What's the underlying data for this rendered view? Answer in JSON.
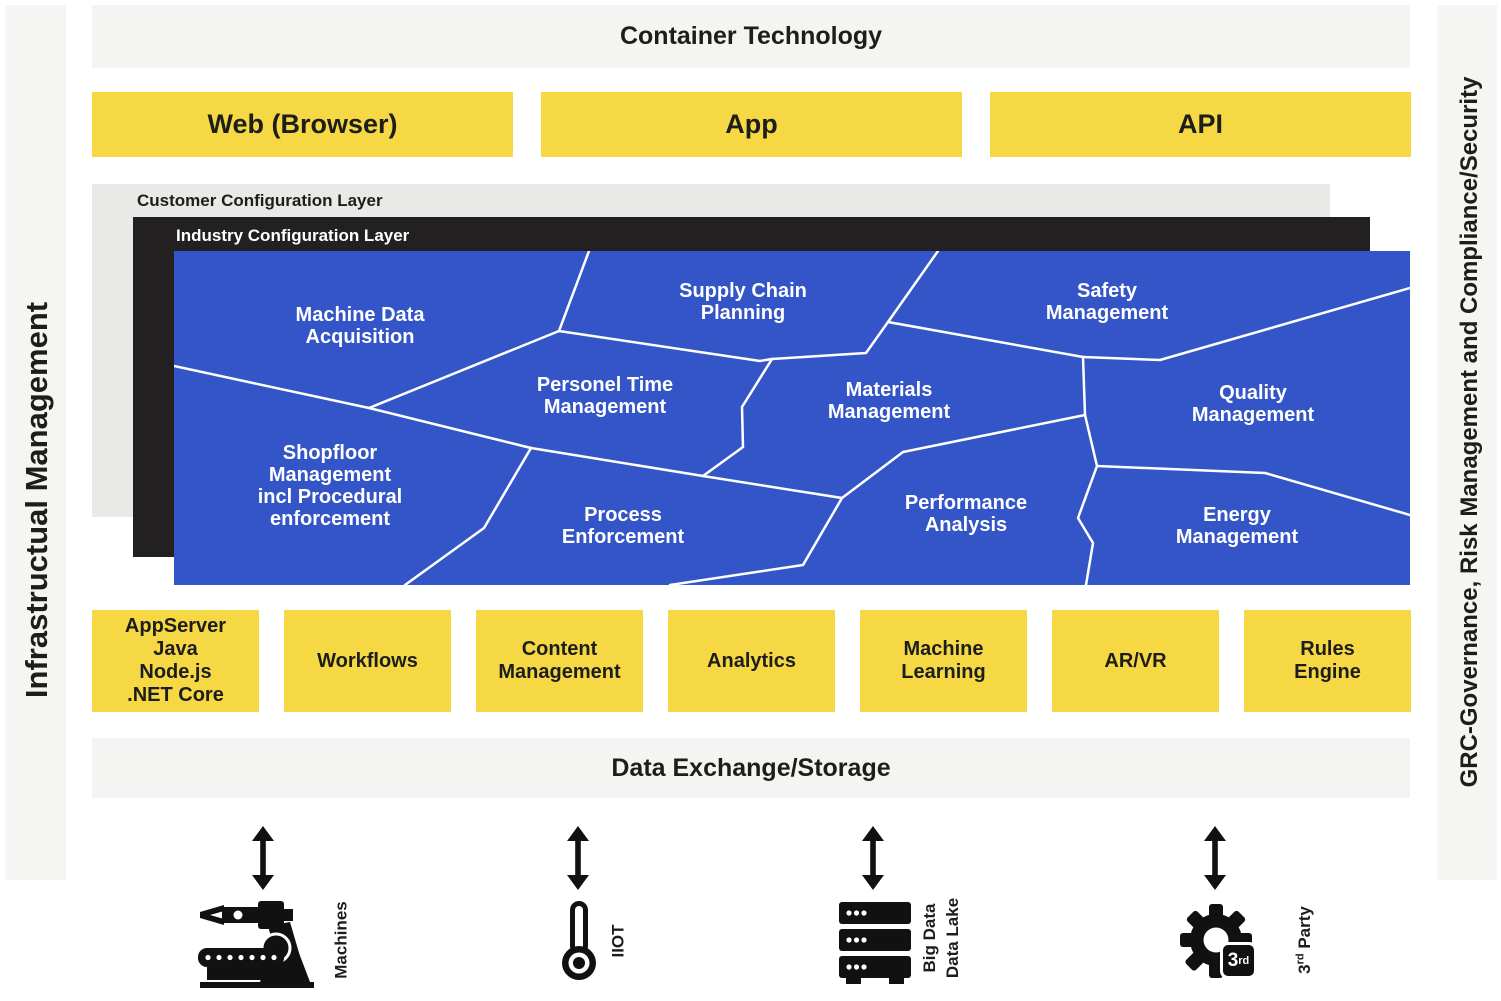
{
  "colors": {
    "accent_yellow": "#F5D844",
    "module_blue": "#3355C8",
    "banner_gray": "#F4F4F3",
    "customer_layer_gray": "#E9E9E7",
    "industry_layer_black": "#232021",
    "sidebar_gray": "#F5F5F4",
    "mesh_line_white": "#FFFFFF",
    "icon_black": "#111111"
  },
  "sidebars": {
    "left": {
      "label": "Infrastructual Management"
    },
    "right": {
      "label": "GRC-Governance, Risk Management and Compliance/Security"
    }
  },
  "top_bar": {
    "label": "Container Technology"
  },
  "access_row": [
    {
      "label": "Web (Browser)"
    },
    {
      "label": "App"
    },
    {
      "label": "API"
    }
  ],
  "layers": {
    "customer": {
      "label": "Customer Configuration Layer"
    },
    "industry": {
      "label": "Industry Configuration Layer"
    }
  },
  "modules": [
    {
      "id": "machine-data-acquisition",
      "label": "Machine Data\nAcquisition"
    },
    {
      "id": "supply-chain-planning",
      "label": "Supply Chain\nPlanning"
    },
    {
      "id": "safety-management",
      "label": "Safety\nManagement"
    },
    {
      "id": "personel-time-management",
      "label": "Personel Time\nManagement"
    },
    {
      "id": "materials-management",
      "label": "Materials\nManagement"
    },
    {
      "id": "quality-management",
      "label": "Quality\nManagement"
    },
    {
      "id": "shopfloor-management",
      "label": "Shopfloor\nManagement\nincl Procedural\nenforcement"
    },
    {
      "id": "process-enforcement",
      "label": "Process\nEnforcement"
    },
    {
      "id": "performance-analysis",
      "label": "Performance\nAnalysis"
    },
    {
      "id": "energy-management",
      "label": "Energy\nManagement"
    }
  ],
  "services_row": [
    {
      "label": "AppServer\nJava\nNode.js\n.NET Core"
    },
    {
      "label": "Workflows"
    },
    {
      "label": "Content\nManagement"
    },
    {
      "label": "Analytics"
    },
    {
      "label": "Machine\nLearning"
    },
    {
      "label": "AR/VR"
    },
    {
      "label": "Rules\nEngine"
    }
  ],
  "data_bar": {
    "label": "Data Exchange/Storage"
  },
  "connections": [
    {
      "icon": "robot-arm-icon",
      "label": "Machines"
    },
    {
      "icon": "thermometer-icon",
      "label": "IIOT"
    },
    {
      "icon": "server-stack-icon",
      "label": "Big Data\nData Lake"
    },
    {
      "icon": "gear-icon",
      "label_pre": "3",
      "label_sup": "rd",
      "label_post": " Party",
      "badge": {
        "num": "3",
        "sup": "rd"
      }
    }
  ]
}
